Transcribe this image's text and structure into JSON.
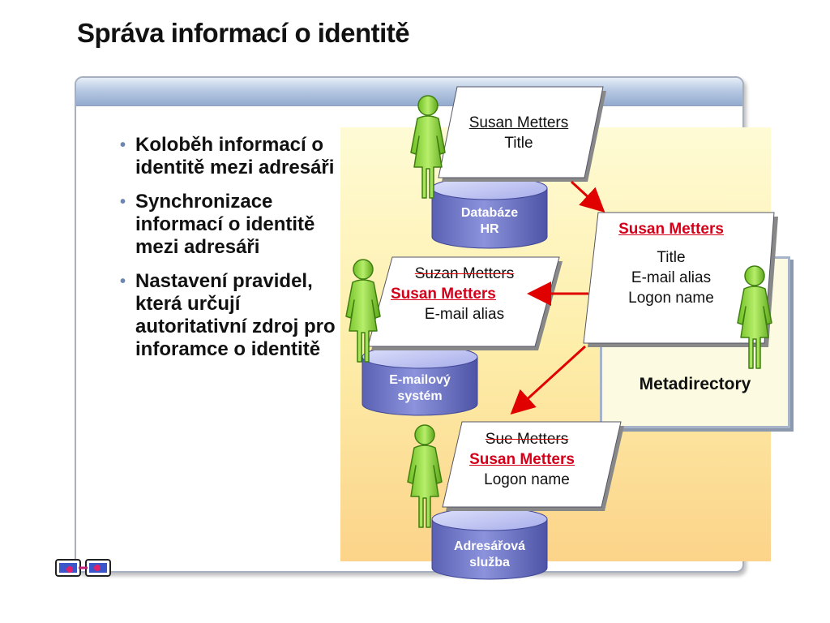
{
  "slide": {
    "title": "Správa informací o identitě"
  },
  "bullets": [
    "Koloběh informací o identitě mezi adresáři",
    "Synchronizace informací o identitě mezi adresáři",
    "Nastavení pravidel, která určují autoritativní zdroj pro inforamce o identitě"
  ],
  "hr_card": {
    "name": "Susan Metters",
    "field": "Title"
  },
  "hr_db": {
    "line1": "Databáze",
    "line2": "HR"
  },
  "meta_card": {
    "name": "Susan Metters",
    "fields": [
      "Title",
      "E-mail alias",
      "Logon name"
    ]
  },
  "metadirectory": {
    "label": "Metadirectory"
  },
  "email_card": {
    "old_name": "Suzan Metters",
    "new_name": "Susan Metters",
    "field": "E-mail alias"
  },
  "email_db": {
    "line1": "E-mailový",
    "line2": "systém"
  },
  "dir_card": {
    "old_name": "Sue Metters",
    "new_name": "Susan Metters",
    "field": "Logon name"
  },
  "dir_db": {
    "line1": "Adresářová",
    "line2": "služba"
  },
  "icons": [
    "person-icon",
    "database-cylinder-icon",
    "arrow-icon",
    "nav-slides-icon"
  ],
  "colors": {
    "accent_red": "#d4001a",
    "person_green": "#8fd63a",
    "cylinder_blue": "#6f76c8",
    "bullet_blue": "#6b86b3"
  }
}
